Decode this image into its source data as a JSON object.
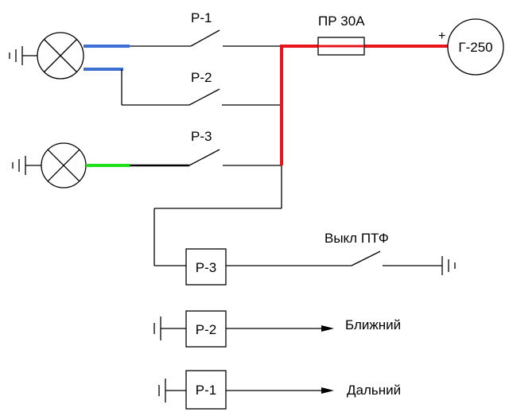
{
  "labels": {
    "relay1": "Р-1",
    "relay2": "Р-2",
    "relay3": "Р-3",
    "fuse": "ПР 30А",
    "generator": "Г-250",
    "plus": "+",
    "switch_ptf": "Выкл ПТФ",
    "relay_coil3": "Р-3",
    "relay_coil2": "Р-2",
    "relay_coil1": "Р-1",
    "out_low_beam": "Ближний",
    "out_high_beam": "Дальний"
  },
  "colors": {
    "wire": "#000000",
    "power": "#e8161c",
    "blue": "#3d6fd4",
    "green": "#1ee01a"
  },
  "icons": {
    "lamp": "lamp-cross-icon",
    "ground": "ground-icon",
    "arrow": "arrow-right-icon"
  }
}
